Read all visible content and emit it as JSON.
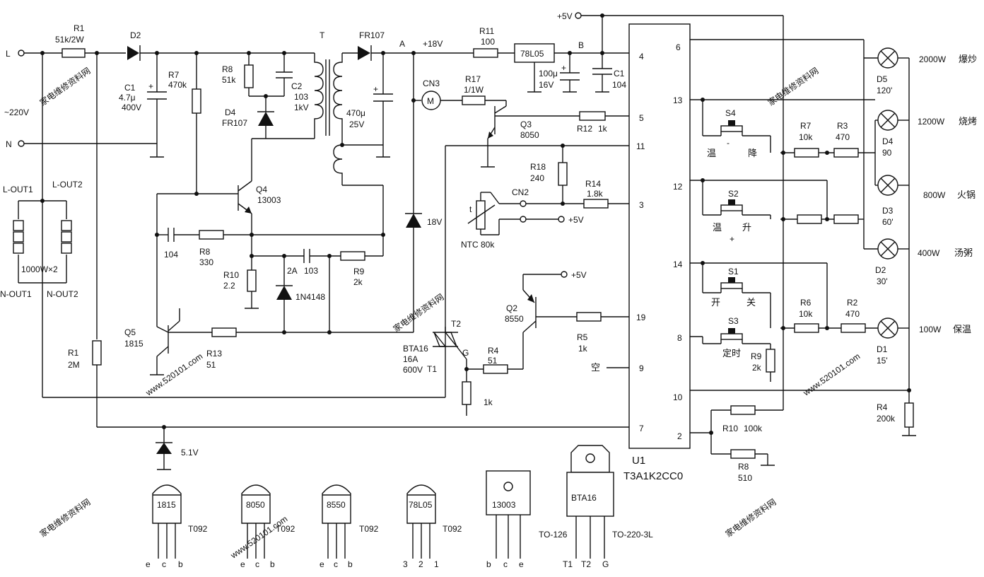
{
  "input": {
    "L": "L",
    "N": "N",
    "voltage": "~220V",
    "l_out1": "L-OUT1",
    "l_out2": "L-OUT2",
    "n_out1": "N-OUT1",
    "n_out2": "N-OUT2",
    "heater": "1000W×2"
  },
  "components": {
    "R1_top": {
      "ref": "R1",
      "value": "51k/2W"
    },
    "D2_top": {
      "ref": "D2"
    },
    "C1_top": {
      "ref": "C1",
      "value1": "4.7μ",
      "value2": "400V"
    },
    "R7_top": {
      "ref": "R7",
      "value": "470k"
    },
    "R8_top": {
      "ref": "R8",
      "value": "51k"
    },
    "C2": {
      "ref": "C2",
      "value1": "103",
      "value2": "1kV"
    },
    "D4_top": {
      "ref": "D4",
      "value": "FR107"
    },
    "T": {
      "ref": "T"
    },
    "D_fr107": {
      "ref": "FR107"
    },
    "C_470": {
      "value1": "470μ",
      "value2": "25V"
    },
    "Q4": {
      "ref": "Q4",
      "value": "13003"
    },
    "C_104": {
      "value": "104"
    },
    "R8_mid": {
      "ref": "R8",
      "value": "330"
    },
    "R10_mid": {
      "ref": "R10",
      "value": "2.2"
    },
    "C_2A": {
      "ref": "2A",
      "value": "103"
    },
    "D_1n4148": {
      "value": "1N4148"
    },
    "R9_mid": {
      "ref": "R9",
      "value": "2k"
    },
    "Q5": {
      "ref": "Q5",
      "value": "1815"
    },
    "R13": {
      "ref": "R13",
      "value": "51"
    },
    "R1_bot": {
      "ref": "R1",
      "value": "2M"
    },
    "Z_51": {
      "value": "5.1V"
    },
    "Z_18": {
      "value": "18V"
    },
    "node_A": "A",
    "node_18": "+18V",
    "R11": {
      "ref": "R11",
      "value": "100"
    },
    "U_7805": {
      "value": "78L05"
    },
    "node_B": "B",
    "C_100u": {
      "value1": "100μ",
      "value2": "16V"
    },
    "C1_right": {
      "ref": "C1",
      "value": "104"
    },
    "vcc_top": "+5V",
    "CN3": {
      "ref": "CN3",
      "motor": "M"
    },
    "R17": {
      "ref": "R17",
      "value": "1/1W"
    },
    "Q3": {
      "ref": "Q3",
      "value": "8050"
    },
    "R12": {
      "ref": "R12",
      "value": "1k"
    },
    "R18": {
      "ref": "R18",
      "value": "240"
    },
    "R14": {
      "ref": "R14",
      "value": "1.8k"
    },
    "CN2": {
      "ref": "CN2"
    },
    "ntc_t": "t",
    "ntc_vcc": "+5V",
    "NTC": {
      "value": "NTC 80k"
    },
    "Q2_vcc": "+5V",
    "Q2": {
      "ref": "Q2",
      "value": "8550"
    },
    "R5": {
      "ref": "R5",
      "value": "1k"
    },
    "T2": {
      "ref": "T2"
    },
    "triac": {
      "ref": "BTA16",
      "v1": "16A",
      "v2": "600V",
      "t1": "T1",
      "g": "G"
    },
    "R4_mid": {
      "ref": "R4",
      "value": "51"
    },
    "R_1k": {
      "value": "1k"
    },
    "empty_pin": "空"
  },
  "ic": {
    "ref": "U1",
    "part": "T3A1K2CC0",
    "left_pins": [
      "4",
      "5",
      "11",
      "3",
      "19",
      "9",
      "7"
    ],
    "right_pins": [
      "6",
      "13",
      "12",
      "14",
      "8",
      "10",
      "2"
    ]
  },
  "keys": {
    "S4": {
      "ref": "S4",
      "label_a": "温",
      "label_b": "降",
      "minus": "-"
    },
    "S2": {
      "ref": "S2",
      "label_a": "温",
      "label_b": "升",
      "plus": "+"
    },
    "S1": {
      "ref": "S1",
      "label_a": "开",
      "label_b": "关"
    },
    "S3": {
      "ref": "S3",
      "label": "定时"
    }
  },
  "right_network": {
    "R7": {
      "ref": "R7",
      "value": "10k"
    },
    "R3": {
      "ref": "R3",
      "value": "470"
    },
    "R6": {
      "ref": "R6",
      "value": "10k"
    },
    "R2": {
      "ref": "R2",
      "value": "470"
    },
    "R9": {
      "ref": "R9",
      "value": "2k"
    },
    "R10": {
      "ref": "R10",
      "value": "100k"
    },
    "R8": {
      "ref": "R8",
      "value": "510"
    },
    "R4": {
      "ref": "R4",
      "value": "200k"
    }
  },
  "lamps": [
    {
      "ref": "D5",
      "angle": "120'",
      "power": "2000W",
      "mode": "爆炒"
    },
    {
      "ref": "D4",
      "angle": "90",
      "power": "1200W",
      "mode": "烧烤"
    },
    {
      "ref": "D3",
      "angle": "60'",
      "power": "800W",
      "mode": "火锅"
    },
    {
      "ref": "D2",
      "angle": "30'",
      "power": "400W",
      "mode": "汤粥"
    },
    {
      "ref": "D1",
      "angle": "15'",
      "power": "100W",
      "mode": "保温"
    }
  ],
  "packages": [
    {
      "name": "1815",
      "pkg": "T092",
      "pins": [
        "e",
        "c",
        "b"
      ]
    },
    {
      "name": "8050",
      "pkg": "T092",
      "pins": [
        "e",
        "c",
        "b"
      ]
    },
    {
      "name": "8550",
      "pkg": "T092",
      "pins": [
        "e",
        "c",
        "b"
      ]
    },
    {
      "name": "78L05",
      "pkg": "T092",
      "pins": [
        "3",
        "2",
        "1"
      ]
    },
    {
      "name": "13003",
      "pkg": "TO-126",
      "pins": [
        "b",
        "c",
        "e"
      ]
    },
    {
      "name": "BTA16",
      "pkg": "TO-220-3L",
      "pins": [
        "T1",
        "T2",
        "G"
      ]
    }
  ],
  "watermarks": [
    "家电维修资料网",
    "www.520101.com"
  ]
}
